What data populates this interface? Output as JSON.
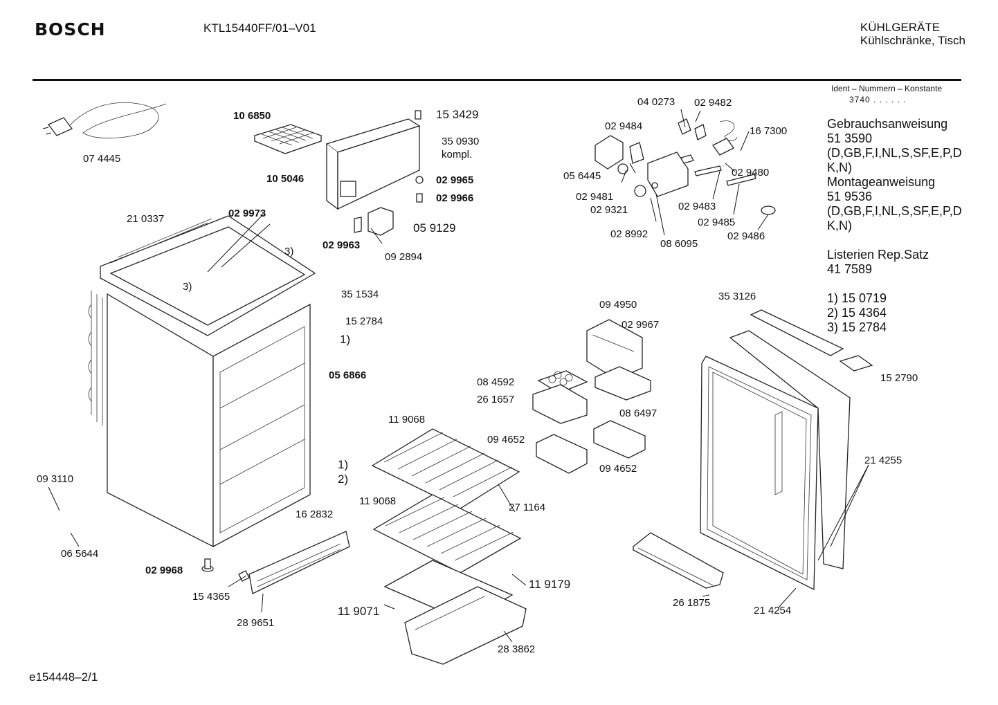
{
  "header": {
    "brand": "BOSCH",
    "model": "KTL15440FF/01–V01",
    "category_line1": "KÜHLGERÄTE",
    "category_line2": "Kühlschränke, Tisch"
  },
  "ident": {
    "title": "Ident – Nummern – Konstante",
    "value": "3740 . .  . . . ."
  },
  "documents": {
    "gebrauch_title": "Gebrauchsanweisung",
    "gebrauch_number": "51 3590",
    "gebrauch_lang1": "(D,GB,F,I,NL,S,SF,E,P,D",
    "gebrauch_lang2": "K,N)",
    "montage_title": "Montageanweisung",
    "montage_number": "51 9536",
    "montage_lang1": "(D,GB,F,I,NL,S,SF,E,P,D",
    "montage_lang2": "K,N)",
    "listerien_title": "Listerien Rep.Satz",
    "listerien_number": "41 7589",
    "note1": "1) 15 0719",
    "note2": "2) 15 4364",
    "note3": "3) 15 2784"
  },
  "labels": {
    "p074445": "07 4445",
    "p106850": "10 6850",
    "p153429": "15 3429",
    "p350930": "35 0930",
    "p_kompl": "kompl.",
    "p105046": "10 5046",
    "p029965": "02 9965",
    "p029966": "02 9966",
    "p029973": "02 9973",
    "p210337": "21 0337",
    "p059129": "05 9129",
    "p029963": "02 9963",
    "p092894": "09 2894",
    "p_n3a": "3)",
    "p_n3b": "3)",
    "p351534": "35 1534",
    "p152784": "15 2784",
    "p_n1a": "1)",
    "p056866": "05 6866",
    "p_n1b": "1)",
    "p_n2": "2)",
    "p162832": "16 2832",
    "p093110": "09 3110",
    "p065644": "06 5644",
    "p029968": "02 9968",
    "p154365": "15 4365",
    "p289651": "28 9651",
    "p040273": "04 0273",
    "p029482": "02 9482",
    "p029484": "02 9484",
    "p167300": "16 7300",
    "p056445": "05 6445",
    "p029480": "02 9480",
    "p029481": "02 9481",
    "p029321": "02 9321",
    "p029483": "02 9483",
    "p029485": "02 9485",
    "p028992": "02 8992",
    "p086095": "08 6095",
    "p029486": "02 9486",
    "p094950": "09 4950",
    "p029967": "02 9967",
    "p084592": "08 4592",
    "p261657": "26 1657",
    "p086497": "08 6497",
    "p119068a": "11 9068",
    "p094652a": "09 4652",
    "p094652b": "09 4652",
    "p119068b": "11 9068",
    "p271164": "27 1164",
    "p119179": "11 9179",
    "p119071": "11 9071",
    "p283862": "28 3862",
    "p353126": "35 3126",
    "p152790": "15 2790",
    "p214255": "21 4255",
    "p261875": "26 1875",
    "p214254": "21 4254"
  },
  "footer": {
    "drawing_id": "e154448–2/1"
  }
}
